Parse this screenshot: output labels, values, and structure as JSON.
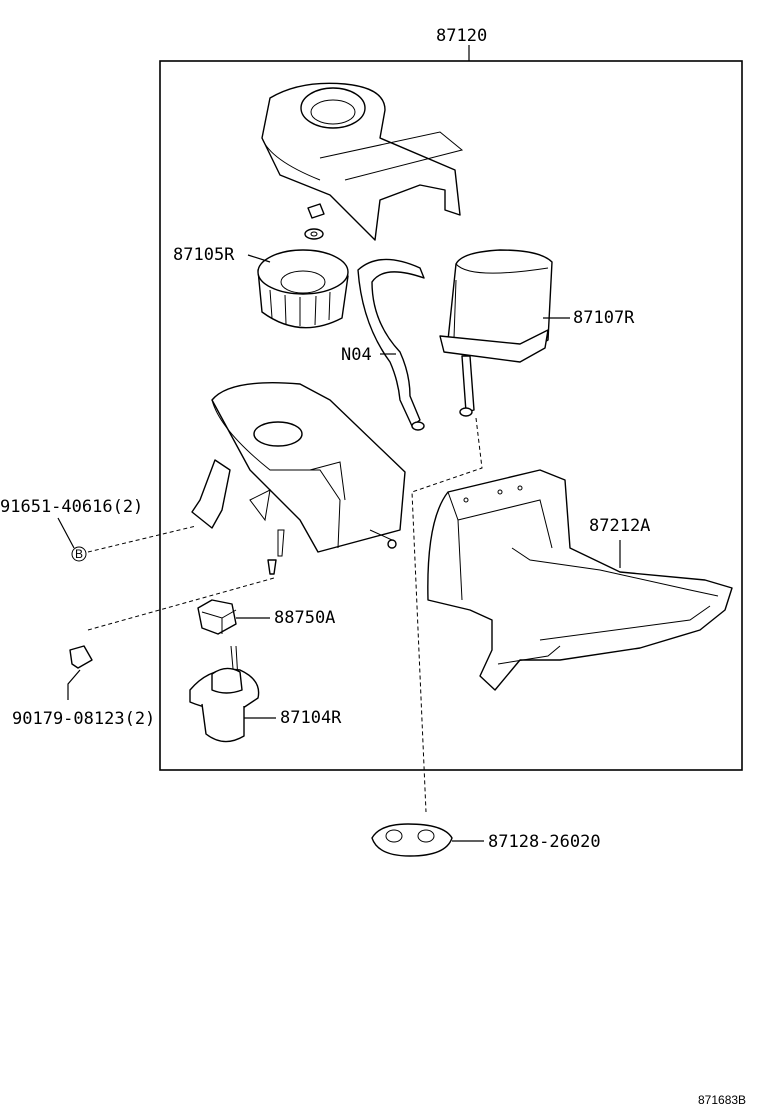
{
  "labels": {
    "assembly": "87120",
    "blower_fan": "87105R",
    "hose": "N04",
    "core": "87107R",
    "duct": "87212A",
    "bolt": "91651-40616(2)",
    "bolt_marker": "B",
    "relay": "88750A",
    "nut": "90179-08123(2)",
    "motor": "87104R",
    "grommet": "87128-26020",
    "reference": "871683B"
  }
}
